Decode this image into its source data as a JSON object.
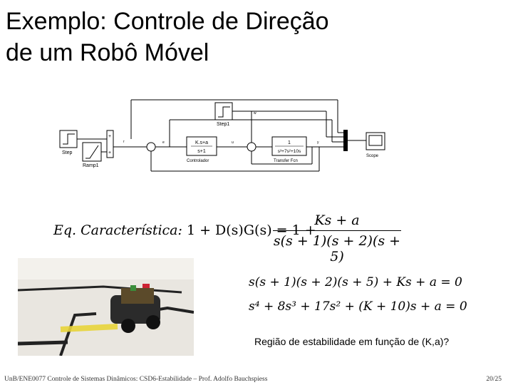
{
  "slide": {
    "title_line1": "Exemplo: Controle de Direção",
    "title_line2": "de um Robô Móvel",
    "diagram": {
      "blocks": {
        "step": "Step",
        "ramp": "Ramp1",
        "step1": "Step1",
        "controller_num": "K.s+a",
        "controller_den": "s+1",
        "controller_label": "Controlador",
        "tf_num": "1",
        "tf_den": "s³+7s²+10s",
        "tf_label": "Transfer Fcn",
        "scope_label": "Scope"
      }
    },
    "char_eq": {
      "label": "Eq. Característica:",
      "lhs": "1 + D(s)G(s) = 1 +",
      "num": "Ks + a",
      "den": "s(s + 1)(s + 2)(s + 5)"
    },
    "eq_line1": "s(s + 1)(s + 2)(s + 5) + Ks + a = 0",
    "eq_line2": "s⁴ + 8s³ + 17s² + (K + 10)s + a = 0",
    "question": "Região de estabilidade em função de (K,a)?",
    "footer": "UnB/ENE0077 Controle de Sistemas Dinâmicos: CSD6-Estabilidade – Prof. Adolfo Bauchspiess",
    "page": "20/25"
  }
}
